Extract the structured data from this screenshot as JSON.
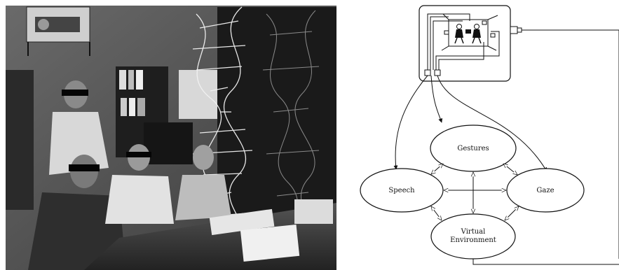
{
  "photo": {
    "subject": "people-wearing-stereo-glasses-viewing-3d-molecule"
  },
  "diagram": {
    "nodes": {
      "gestures": "Gestures",
      "speech": "Speech",
      "gaze": "Gaze",
      "virtual_env_line1": "Virtual",
      "virtual_env_line2": "Environment"
    }
  }
}
